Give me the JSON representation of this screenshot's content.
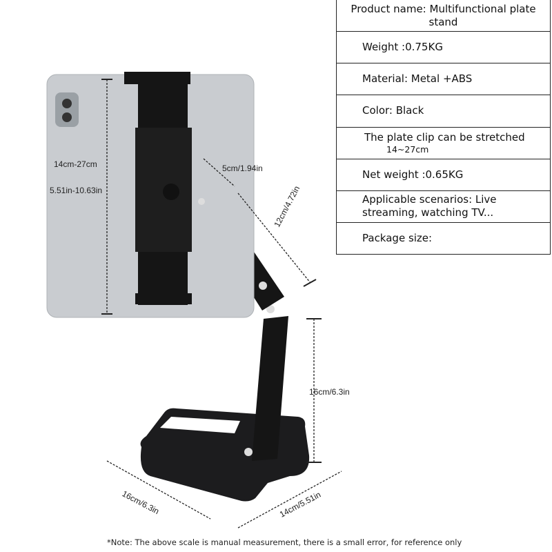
{
  "specs": {
    "product_name": "Product name: Multifunctional plate stand",
    "weight": "Weight :0.75KG",
    "material": "Material: Metal +ABS",
    "color": "Color: Black",
    "clip_stretch": "The plate clip can be stretched",
    "clip_range": "14~27cm",
    "net_weight": "Net weight :0.65KG",
    "scenarios": "Applicable scenarios: Live streaming, watching TV...",
    "package_size": "Package size:"
  },
  "dimensions": {
    "tablet_height_cm": "14cm-27cm",
    "tablet_height_in": "5.51in-10.63in",
    "upper_joint": "5cm/1.94in",
    "upper_arm": "12cm/4.72in",
    "lower_arm": "16cm/6.3in",
    "base_depth": "16cm/6.3in",
    "base_width": "14cm/5.51in"
  },
  "note": "*Note: The above scale is manual measurement, there is a small error, for reference only",
  "colors": {
    "stand": "#1a1a1a",
    "tablet": "#c9ccd0",
    "border": "#222222"
  }
}
